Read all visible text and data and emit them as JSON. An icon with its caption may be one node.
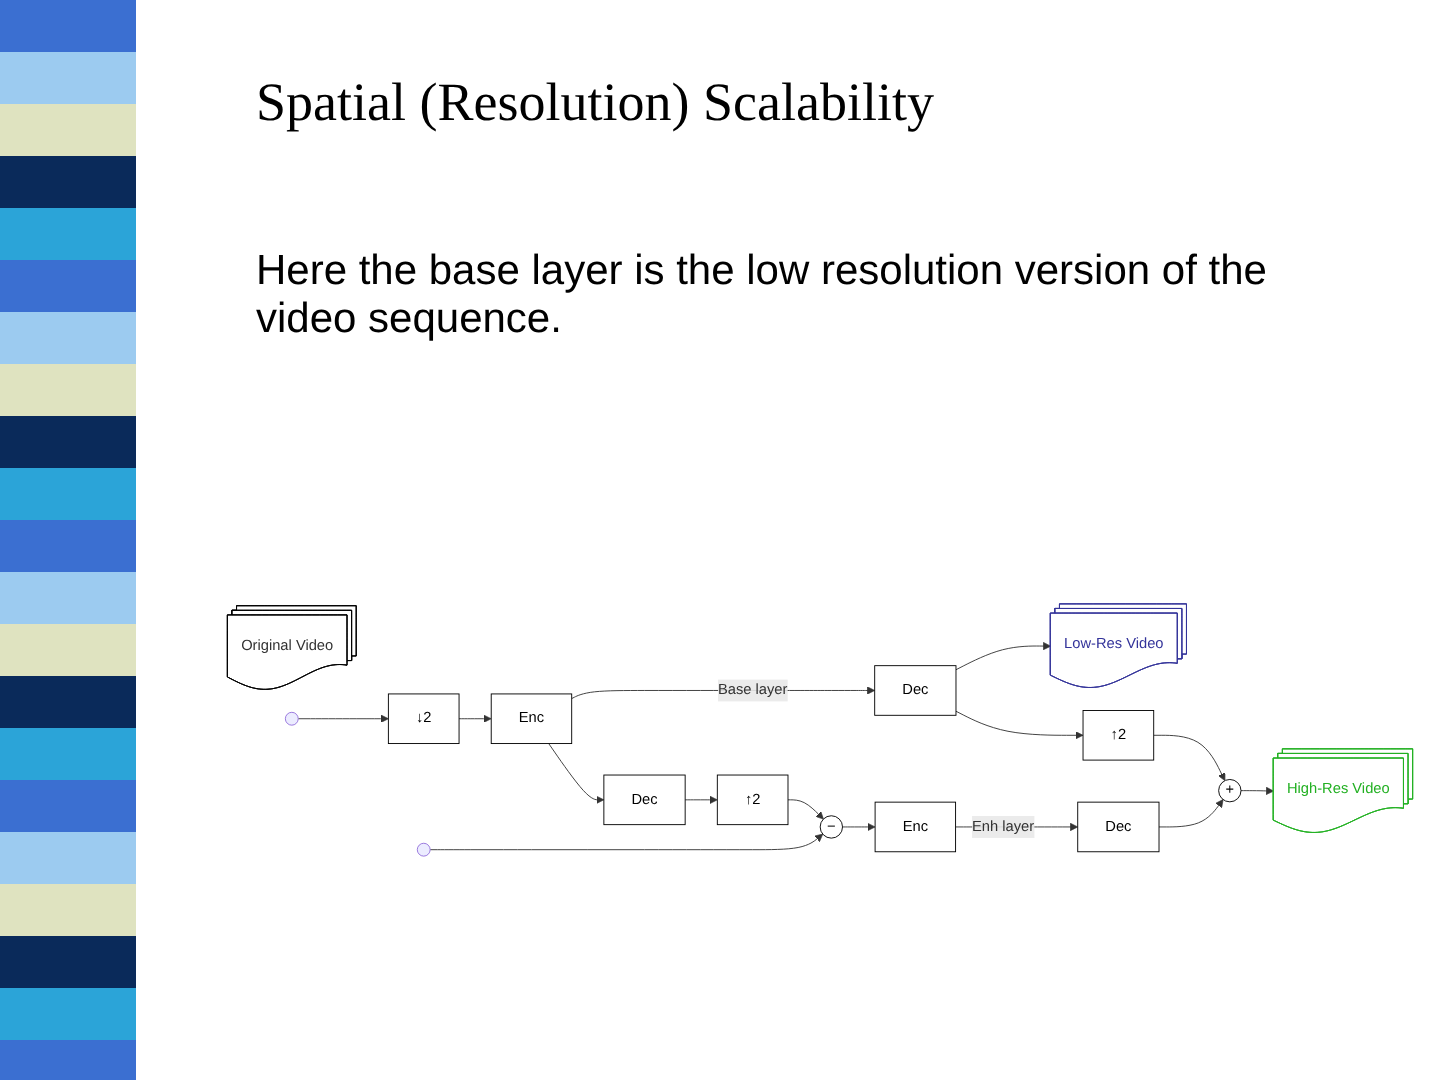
{
  "diagram": {
    "title": "Spatial (Resolution) Scalability",
    "nodes": [
      {
        "text": [
          "Original Video"
        ]
      },
      {
        "text": [
          "↓2"
        ]
      },
      {
        "text": [
          "Enc"
        ]
      },
      {
        "text": [
          "Dec"
        ]
      },
      {
        "text": [
          "↑2"
        ]
      },
      {
        "text": [
          "−"
        ]
      },
      {
        "text": [
          "Enc"
        ]
      },
      {
        "text": [
          "Dec"
        ]
      },
      {
        "text": [
          "+"
        ]
      },
      {
        "text": [
          "Dec"
        ]
      },
      {
        "text": [
          "↑2"
        ]
      },
      {
        "text": [
          "High-Res Video"
        ]
      },
      {
        "text": [
          "Low-Res Video"
        ]
      }
    ],
    "edges": [
      {
        "from": null,
        "to": 1,
        "arrow": "to"
      },
      {
        "from": 1,
        "to": 2,
        "arrow": "to"
      },
      {
        "from": 2,
        "to": 3,
        "arrow": "to"
      },
      {
        "from": 3,
        "to": 4,
        "arrow": "to"
      },
      {
        "from": 4,
        "to": 5,
        "arrow": "to"
      },
      {
        "from": null,
        "to": 5,
        "arrow": "to"
      },
      {
        "from": 5,
        "to": 6,
        "arrow": "to"
      },
      {
        "from": 6,
        "to": 7,
        "label": "Enh layer",
        "arrow": "to"
      },
      {
        "from": 2,
        "to": 9,
        "label": "Base layer",
        "arrow": "to"
      },
      {
        "from": 7,
        "to": 8,
        "arrow": "to"
      },
      {
        "from": 9,
        "to": 10,
        "arrow": "to"
      },
      {
        "from": 10,
        "to": 8,
        "arrow": "to"
      },
      {
        "from": 8,
        "to": 11,
        "arrow": "to"
      },
      {
        "from": 9,
        "to": 12,
        "arrow": "to"
      }
    ],
    "labels": [
      "Here the base layer is the low resolution version of the video sequence."
    ]
  }
}
